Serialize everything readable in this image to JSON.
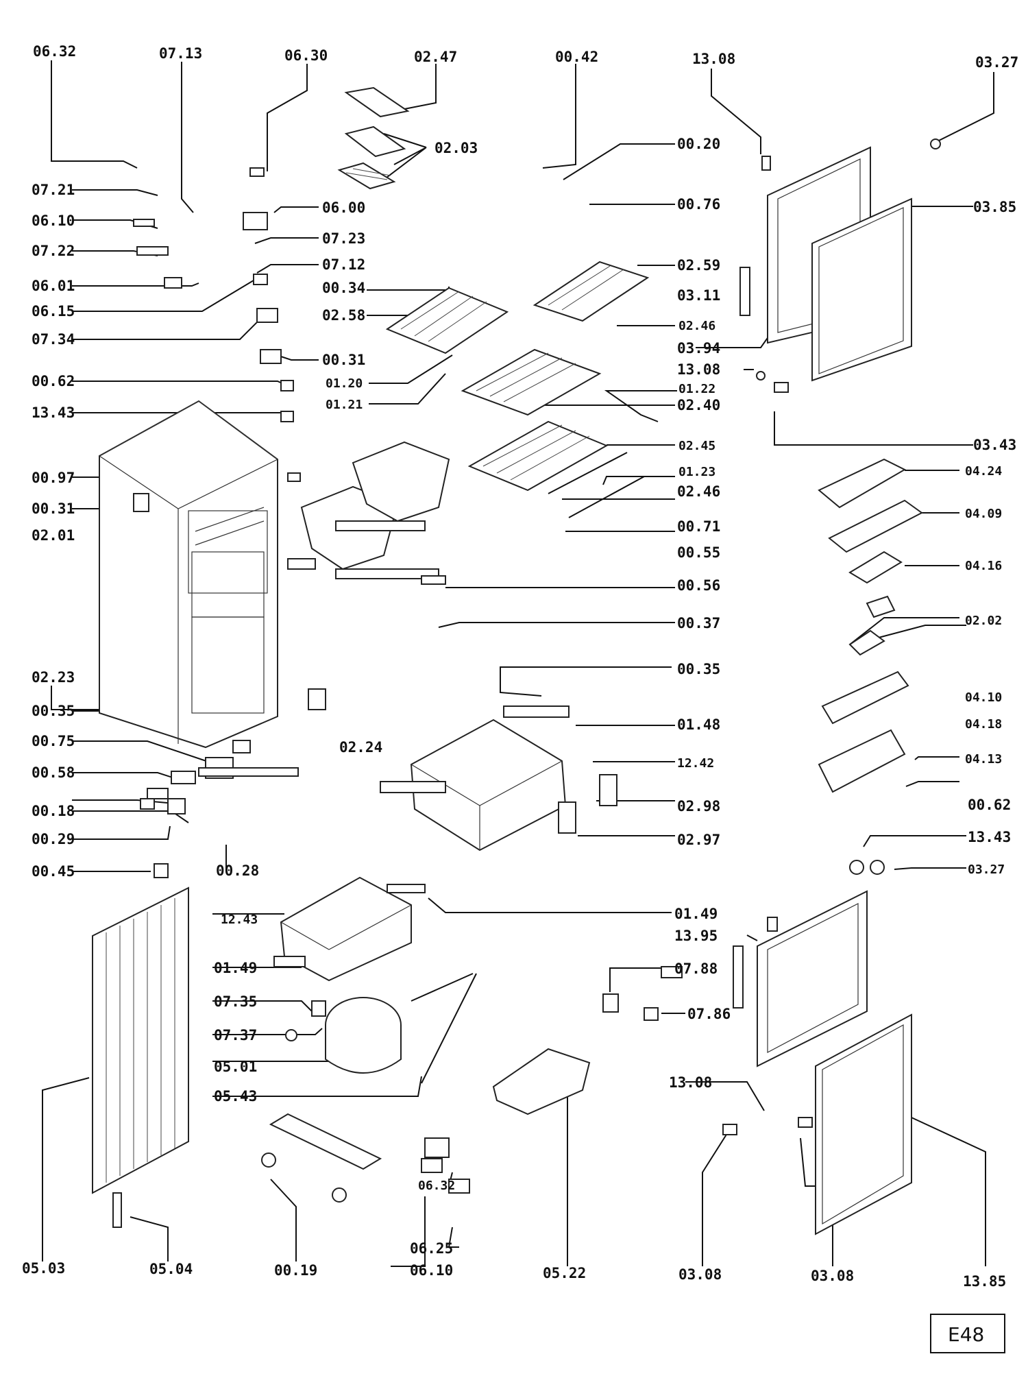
{
  "labels": {
    "l_0632_top": "06.32",
    "l_0713": "07.13",
    "l_0630": "06.30",
    "l_0247": "02.47",
    "l_0042": "00.42",
    "l_1308_top": "13.08",
    "l_0327_top": "03.27",
    "l_0203": "02.03",
    "l_0020": "00.20",
    "l_0721": "07.21",
    "l_0610_left": "06.10",
    "l_0600": "06.00",
    "l_0076": "00.76",
    "l_0385": "03.85",
    "l_0722": "07.22",
    "l_0723": "07.23",
    "l_0712": "07.12",
    "l_0601": "06.01",
    "l_0034": "00.34",
    "l_0259": "02.59",
    "l_0311": "03.11",
    "l_0615": "06.15",
    "l_0258": "02.58",
    "l_0246_a": "02.46",
    "l_0734": "07.34",
    "l_0394": "03.94",
    "l_0031_top": "00.31",
    "l_1308_mid": "13.08",
    "l_0062_top": "00.62",
    "l_0120": "01.20",
    "l_0122": "01.22",
    "l_0121": "01.21",
    "l_0240": "02.40",
    "l_1343_top": "13.43",
    "l_0343": "03.43",
    "l_0245": "02.45",
    "l_0424": "04.24",
    "l_0097": "00.97",
    "l_0123": "01.23",
    "l_0246_b": "02.46",
    "l_0031_left": "00.31",
    "l_0409": "04.09",
    "l_0071": "00.71",
    "l_0201": "02.01",
    "l_0055": "00.55",
    "l_0416": "04.16",
    "l_0056": "00.56",
    "l_0202": "02.02",
    "l_0037": "00.37",
    "l_0035_right": "00.35",
    "l_0223": "02.23",
    "l_0410": "04.10",
    "l_0035_left": "00.35",
    "l_0148": "01.48",
    "l_0418": "04.18",
    "l_0075": "00.75",
    "l_0224": "02.24",
    "l_1242": "12.42",
    "l_0413": "04.13",
    "l_0058": "00.58",
    "l_0018": "00.18",
    "l_0298": "02.98",
    "l_0062_right": "00.62",
    "l_0029": "00.29",
    "l_0297": "02.97",
    "l_1343_right": "13.43",
    "l_0045": "00.45",
    "l_0028": "00.28",
    "l_0327_right": "03.27",
    "l_1243": "12.43",
    "l_0149_right": "01.49",
    "l_1395": "13.95",
    "l_0149_left": "01.49",
    "l_0788": "07.88",
    "l_0735": "07.35",
    "l_0786": "07.86",
    "l_0737": "07.37",
    "l_0501": "05.01",
    "l_1308_low": "13.08",
    "l_0543": "05.43",
    "l_0632_low": "06.32",
    "l_0625": "06.25",
    "l_0503": "05.03",
    "l_0504": "05.04",
    "l_0019": "00.19",
    "l_0610_low": "06.10",
    "l_0522": "05.22",
    "l_0308_a": "03.08",
    "l_0308_b": "03.08",
    "l_1385": "13.85"
  },
  "page_tag": "E48"
}
